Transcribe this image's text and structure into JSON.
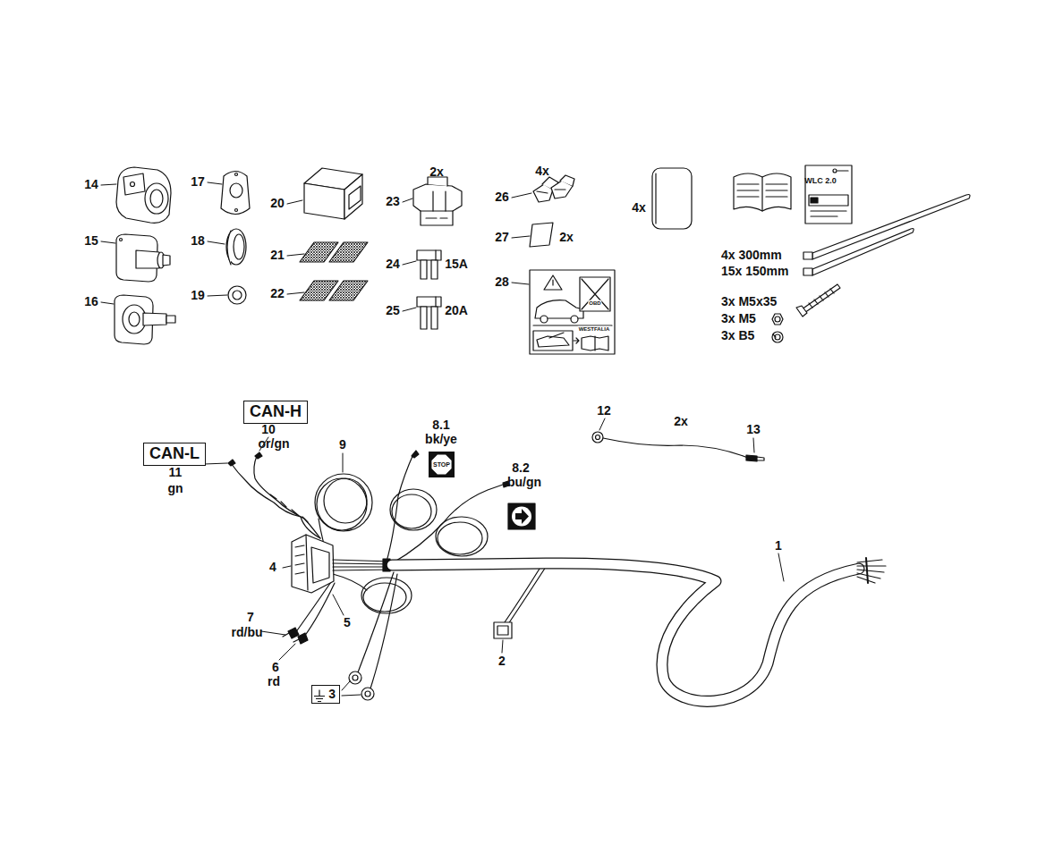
{
  "diagram": {
    "nodes": [
      {
        "text": [
          "CAN-H"
        ]
      },
      {
        "text": [
          "CAN-L"
        ]
      },
      {
        "text": [
          "STOP"
        ]
      },
      {
        "text": [
          "3"
        ]
      }
    ],
    "labels": [
      "14",
      "17",
      "20",
      "2x",
      "23",
      "4x",
      "26",
      "4x",
      "WLC 2.0",
      "15",
      "18",
      "21",
      "27",
      "2x",
      "24",
      "15A",
      "4x 300mm",
      "15x 150mm",
      "28",
      "OBD",
      "16",
      "19",
      "22",
      "25",
      "20A",
      "3x M5x35",
      "3x M5",
      "3x B5",
      "WESTFALIA",
      "12",
      "2x",
      "13",
      "10",
      "or/gn",
      "9",
      "8.1",
      "bk/ye",
      "11",
      "gn",
      "8.2",
      "bu/gn",
      "1",
      "4",
      "7",
      "rd/bu",
      "5",
      "2",
      "6",
      "rd"
    ]
  }
}
